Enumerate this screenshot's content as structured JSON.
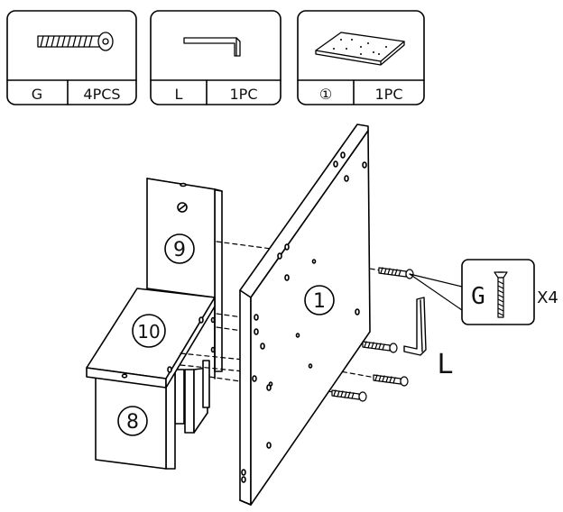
{
  "parts_list": [
    {
      "code": "G",
      "qty": "4PCS",
      "icon": "screw-icon"
    },
    {
      "code": "L",
      "qty": "1PC",
      "icon": "allen-key-icon"
    },
    {
      "code": "①",
      "qty": "1PC",
      "icon": "panel-icon"
    }
  ],
  "panels": {
    "panel_9": "9",
    "panel_10": "10",
    "panel_8": "8",
    "panel_1": "1"
  },
  "callout": {
    "code": "G",
    "multiplier": "X4"
  },
  "key_label": "L"
}
